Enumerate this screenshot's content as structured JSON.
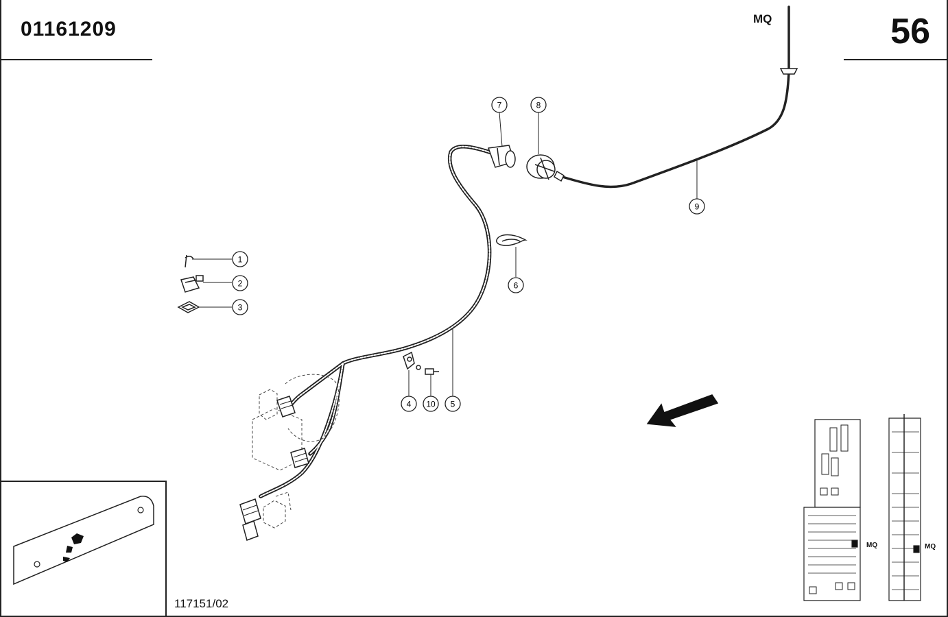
{
  "header": {
    "doc_number": "01161209",
    "page_number": "56",
    "mq_label": "MQ"
  },
  "footer": {
    "figure_ref": "117151/02"
  },
  "callouts": [
    "1",
    "2",
    "3",
    "4",
    "5",
    "6",
    "7",
    "8",
    "9",
    "10"
  ],
  "locator": {
    "mq_left": "MQ",
    "mq_right": "MQ"
  }
}
